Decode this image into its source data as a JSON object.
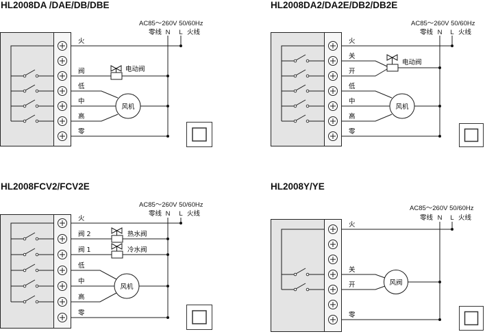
{
  "panels": [
    {
      "title": "HL2008DA /DAE/DB/DBE",
      "supply": "AC85～260V 50/60Hz",
      "neutral": "零线",
      "n": "N",
      "l": "L",
      "live": "火线",
      "terminals": [
        "火",
        "阀",
        "低",
        "中",
        "高",
        "零"
      ],
      "valve": "电动阀",
      "fan": "风机"
    },
    {
      "title": "HL2008DA2/DA2E/DB2/DB2E",
      "supply": "AC85～260V 50/60Hz",
      "neutral": "零线",
      "n": "N",
      "l": "L",
      "live": "火线",
      "terminals": [
        "火",
        "关",
        "开",
        "低",
        "中",
        "高",
        "零"
      ],
      "valve": "电动阀",
      "fan": "风机"
    },
    {
      "title": "HL2008FCV2/FCV2E",
      "supply": "AC85～260V 50/60Hz",
      "neutral": "零线",
      "n": "N",
      "l": "L",
      "live": "火线",
      "terminals": [
        "火",
        "阀 2",
        "阀 1",
        "低",
        "中",
        "高",
        "零"
      ],
      "valves": [
        "热水阀",
        "冷水阀"
      ],
      "fan": "风机"
    },
    {
      "title": "HL2008Y/YE",
      "supply": "AC85～260V 50/60Hz",
      "neutral": "零线",
      "n": "N",
      "l": "L",
      "live": "火线",
      "terminals": [
        "火",
        "关",
        "开",
        "零"
      ],
      "fan_valve": "风阀"
    }
  ]
}
